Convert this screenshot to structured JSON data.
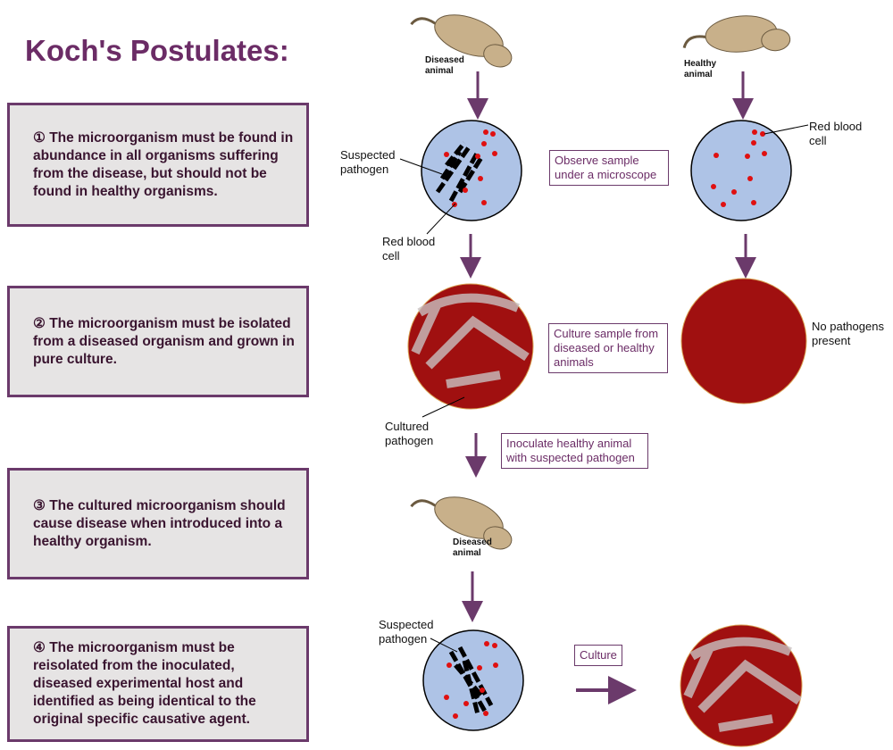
{
  "title": "Koch's Postulates:",
  "postulates": [
    "① The microorganism must be found in abundance in all organisms suffering from the disease, but should not be found in healthy organisms.",
    "② The microorganism must be isolated from a diseased organism and grown in pure culture.",
    "③ The cultured microorganism should cause disease when introduced into a healthy organism.",
    "④ The microorganism must be reisolated from the inoculated, diseased experimental host and identified as being identical to the original specific causative agent."
  ],
  "labels": {
    "diseased_animal": "Diseased animal",
    "healthy_animal": "Healthy animal",
    "suspected_pathogen": "Suspected pathogen",
    "red_blood_cell": "Red blood cell",
    "red_blood_cell_right": "Red blood cell",
    "no_pathogens": "No pathogens present",
    "cultured_pathogen": "Cultured pathogen",
    "diseased_animal_2": "Diseased animal",
    "suspected_pathogen_2": "Suspected pathogen"
  },
  "steps": {
    "observe": "Observe sample under a microscope",
    "culture_sample": "Culture sample from diseased or healthy animals",
    "inoculate": "Inoculate healthy animal with suspected pathogen",
    "culture": "Culture"
  },
  "colors": {
    "accent": "#6b3a6b",
    "blood_sample": "#aec3e6",
    "agar": "#a01010",
    "rbc": "#e01010"
  }
}
